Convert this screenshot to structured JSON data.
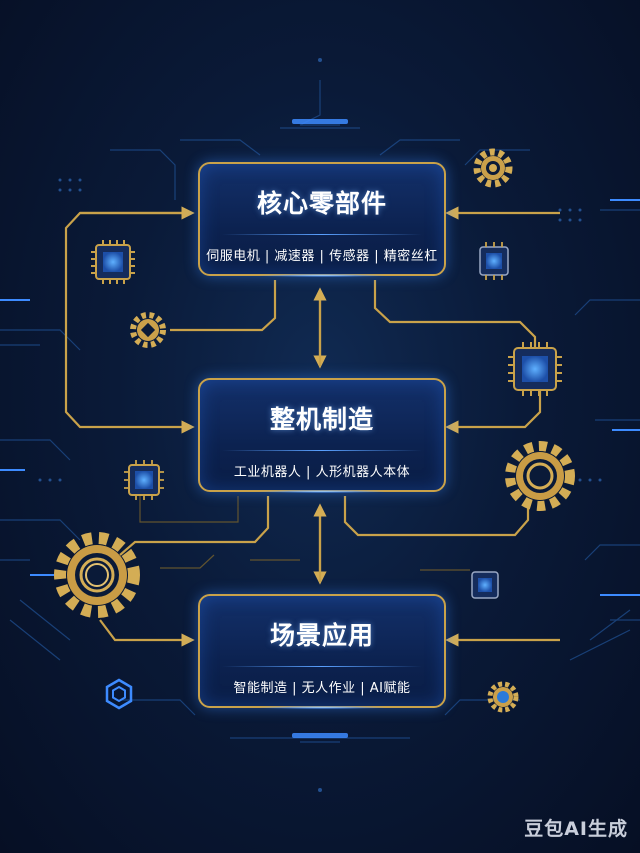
{
  "nodes": [
    {
      "id": "core",
      "title": "核心零部件",
      "subtitle": "伺服电机 | 减速器 | 传感器 | 精密丝杠"
    },
    {
      "id": "assembly",
      "title": "整机制造",
      "subtitle": "工业机器人 | 人形机器人本体"
    },
    {
      "id": "scene",
      "title": "场景应用",
      "subtitle": "智能制造 | 无人作业 | AI赋能"
    }
  ],
  "watermark": "豆包AI生成",
  "colors": {
    "gold": "#c9a24a",
    "blue_glow": "#3d8bff",
    "background": "#0a1a38"
  }
}
